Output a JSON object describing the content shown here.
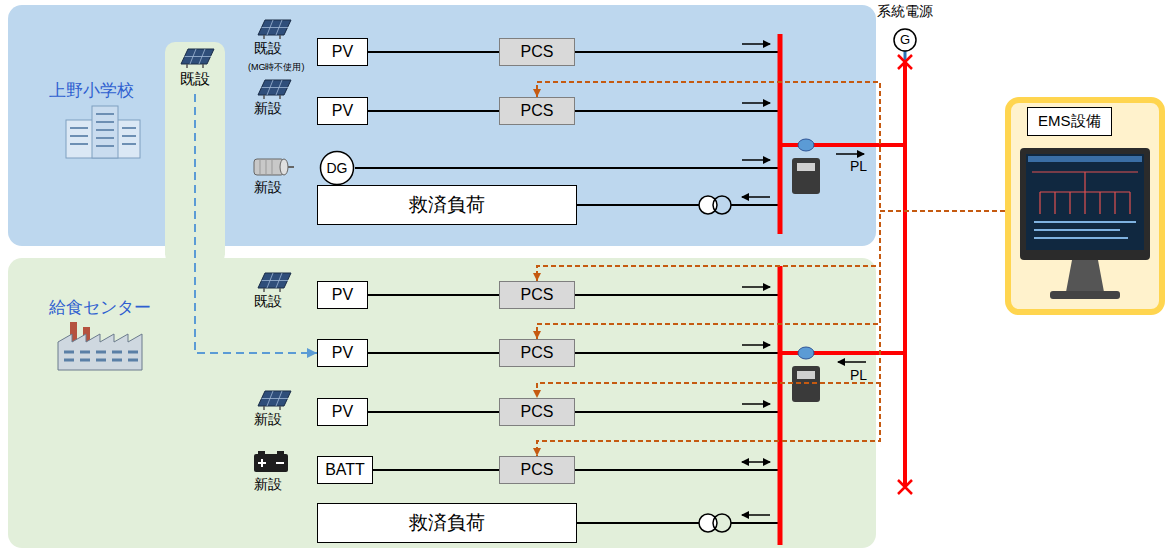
{
  "diagram": {
    "nodes": [
      {
        "text": [
          "上野小学校"
        ]
      },
      {
        "text": [
          "給食センター"
        ]
      },
      {
        "text": [
          "既設"
        ]
      },
      {
        "text": [
          "PV"
        ],
        "in": 0
      },
      {
        "text": [
          "PCS"
        ],
        "in": 0
      },
      {
        "text": [
          "PV"
        ],
        "in": 0
      },
      {
        "text": [
          "PCS"
        ],
        "in": 0
      },
      {
        "text": [
          "DG"
        ],
        "in": 0
      },
      {
        "text": [
          "救済負荷"
        ],
        "in": 0
      },
      {
        "text": [
          "PV"
        ],
        "in": 1
      },
      {
        "text": [
          "PCS"
        ],
        "in": 1
      },
      {
        "text": [
          "PV"
        ],
        "in": 1
      },
      {
        "text": [
          "PCS"
        ],
        "in": 1
      },
      {
        "text": [
          "PV"
        ],
        "in": 1
      },
      {
        "text": [
          "PCS"
        ],
        "in": 1
      },
      {
        "text": [
          "BATT"
        ],
        "in": 1
      },
      {
        "text": [
          "PCS"
        ],
        "in": 1
      },
      {
        "text": [
          "救済負荷"
        ],
        "in": 1
      },
      {
        "text": [
          "系統電源",
          "G"
        ]
      },
      {
        "text": [
          "EMS設備"
        ]
      }
    ],
    "edges": [
      {
        "from": 3,
        "to": 4,
        "arrow": "none"
      },
      {
        "from": 5,
        "to": 6,
        "arrow": "none"
      },
      {
        "from": 9,
        "to": 10,
        "arrow": "none"
      },
      {
        "from": 11,
        "to": 12,
        "arrow": "none"
      },
      {
        "from": 13,
        "to": 14,
        "arrow": "none"
      },
      {
        "from": 15,
        "to": 16,
        "arrow": "none"
      },
      {
        "from": 2,
        "to": 11,
        "arrow": "to"
      },
      {
        "from": 19,
        "to": 6,
        "arrow": "to"
      },
      {
        "from": 19,
        "to": 10,
        "arrow": "to"
      },
      {
        "from": 19,
        "to": 12,
        "arrow": "to"
      },
      {
        "from": 19,
        "to": 14,
        "arrow": "to"
      },
      {
        "from": 19,
        "to": 16,
        "arrow": "to"
      }
    ],
    "labels": [
      "既設",
      "(MG時不使用)",
      "新設",
      "新設",
      "PL",
      "既設",
      "PL",
      "新設",
      "新設"
    ]
  }
}
